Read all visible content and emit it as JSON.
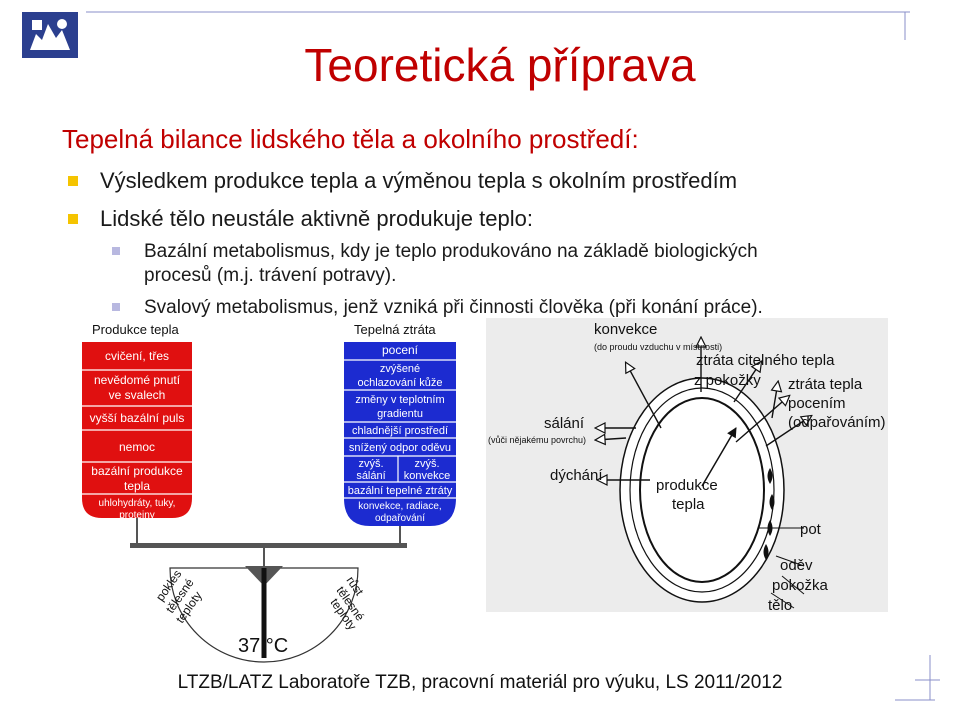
{
  "title": "Teoretická příprava",
  "subtitle": "Tepelná bilance lidského těla a okolního prostředí:",
  "bullets": [
    "Výsledkem produkce tepla a výměnou tepla s okolním prostředím",
    "Lidské tělo neustále aktivně produkuje teplo:"
  ],
  "subbullets": [
    "Bazální metabolismus, kdy je teplo produkováno na základě biologických",
    "procesů (m.j. trávení potravy).",
    "Svalový metabolismus, jenž vzniká při činnosti člověka (při konání práce)."
  ],
  "balance": {
    "left_title": "Produkce tepla",
    "right_title": "Tepelná ztráta",
    "left_items": [
      "cvičení, třes",
      "nevědomé pnutí",
      "ve svalech",
      "vyšší bazální puls",
      "nemoc",
      "bazální produkce",
      "tepla",
      "uhlohydráty, tuky,",
      "proteiny"
    ],
    "right_items": [
      "pocení",
      "zvýšené",
      "ochlazování kůže",
      "změny v teplotním",
      "gradientu",
      "chladnější prostředí",
      "snížený odpor oděvu",
      "zvýš.",
      "zvýš.",
      "sálání",
      "konvekce",
      "bazální tepelné ztráty",
      "konvekce, radiace,",
      "odpařování"
    ],
    "fall_label": [
      "pokles",
      "tělesné",
      "teploty"
    ],
    "rise_label": [
      "růst",
      "tělesné",
      "teploty"
    ],
    "temperature": "37 °C",
    "color_red": "#e01010",
    "color_blue": "#1c2bd0"
  },
  "body_diagram": {
    "konvekce": "konvekce",
    "konvekce_note": "(do proudu vzduchu v místnosti)",
    "ztrata_citelneho": [
      "ztráta citelného tepla",
      "z pokožky"
    ],
    "ztrata_pocenim": [
      "ztráta tepla",
      "pocením",
      "(odpařováním)"
    ],
    "salani": "sálání",
    "salani_note": "(vůči nějakému povrchu)",
    "dychani": "dýchání",
    "produkce": [
      "produkce",
      "tepla"
    ],
    "pot": "pot",
    "layers": [
      "oděv",
      "pokožka",
      "tělo"
    ]
  },
  "footer": "LTZB/LATZ Laboratoře TZB, pracovní materiál pro výuku, LS 2011/2012"
}
